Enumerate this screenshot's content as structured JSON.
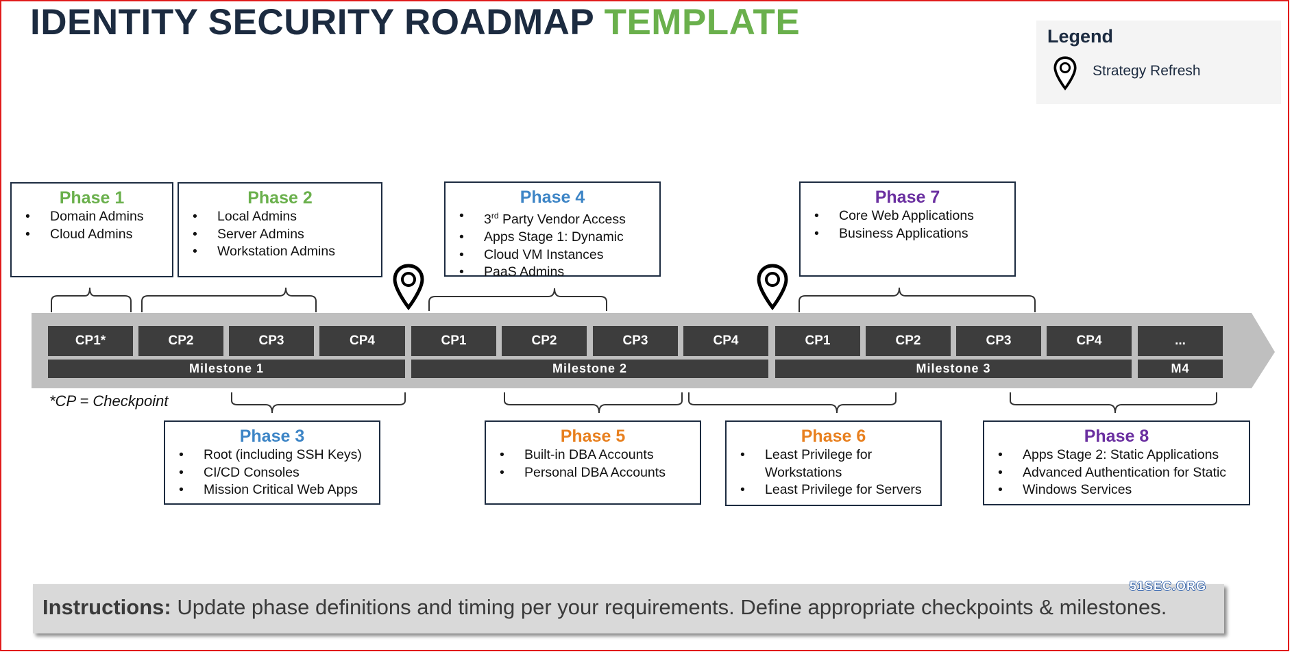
{
  "title": {
    "part1": "IDENTITY SECURITY ROADMAP",
    "part2": "TEMPLATE"
  },
  "legend": {
    "title": "Legend",
    "items": [
      {
        "icon": "map-pin-icon",
        "label": "Strategy Refresh"
      }
    ]
  },
  "phases": {
    "p1": {
      "title": "Phase 1",
      "items": [
        "Domain Admins",
        "Cloud Admins"
      ]
    },
    "p2": {
      "title": "Phase 2",
      "items": [
        "Local Admins",
        "Server Admins",
        "Workstation Admins"
      ]
    },
    "p3": {
      "title": "Phase 3",
      "items": [
        "Root (including SSH Keys)",
        "CI/CD Consoles",
        "Mission Critical Web Apps"
      ]
    },
    "p4": {
      "title": "Phase 4",
      "items": [
        "Party Vendor Access",
        "Apps Stage 1: Dynamic",
        "Cloud VM Instances",
        "PaaS Admins"
      ],
      "first_prefix": "3",
      "first_sup": "rd"
    },
    "p5": {
      "title": "Phase 5",
      "items": [
        "Built-in DBA Accounts",
        "Personal DBA Accounts"
      ]
    },
    "p6": {
      "title": "Phase 6",
      "items": [
        "Least Privilege for Workstations",
        "Least Privilege for Servers"
      ]
    },
    "p7": {
      "title": "Phase 7",
      "items": [
        "Core Web Applications",
        "Business Applications"
      ]
    },
    "p8": {
      "title": "Phase 8",
      "items": [
        "Apps Stage 2: Static Applications",
        "Advanced Authentication for Static",
        "Windows Services"
      ]
    }
  },
  "checkpoints": [
    "CP1*",
    "CP2",
    "CP3",
    "CP4",
    "CP1",
    "CP2",
    "CP3",
    "CP4",
    "CP1",
    "CP2",
    "CP3",
    "CP4",
    "..."
  ],
  "milestones": [
    "Milestone 1",
    "Milestone 2",
    "Milestone 3",
    "M4"
  ],
  "checkpoint_note": "*CP = Checkpoint",
  "instructions": {
    "label": "Instructions:",
    "text": " Update phase definitions and timing per your requirements. Define appropriate checkpoints & milestones."
  },
  "watermark": "51SEC.ORG",
  "colors": {
    "navy": "#1c2b40",
    "green": "#6ab04c",
    "blue": "#3d85c6",
    "orange": "#e8801f",
    "purple": "#6a2fa0",
    "bar": "#3d3d3d",
    "arrow": "#bfbfbf"
  }
}
